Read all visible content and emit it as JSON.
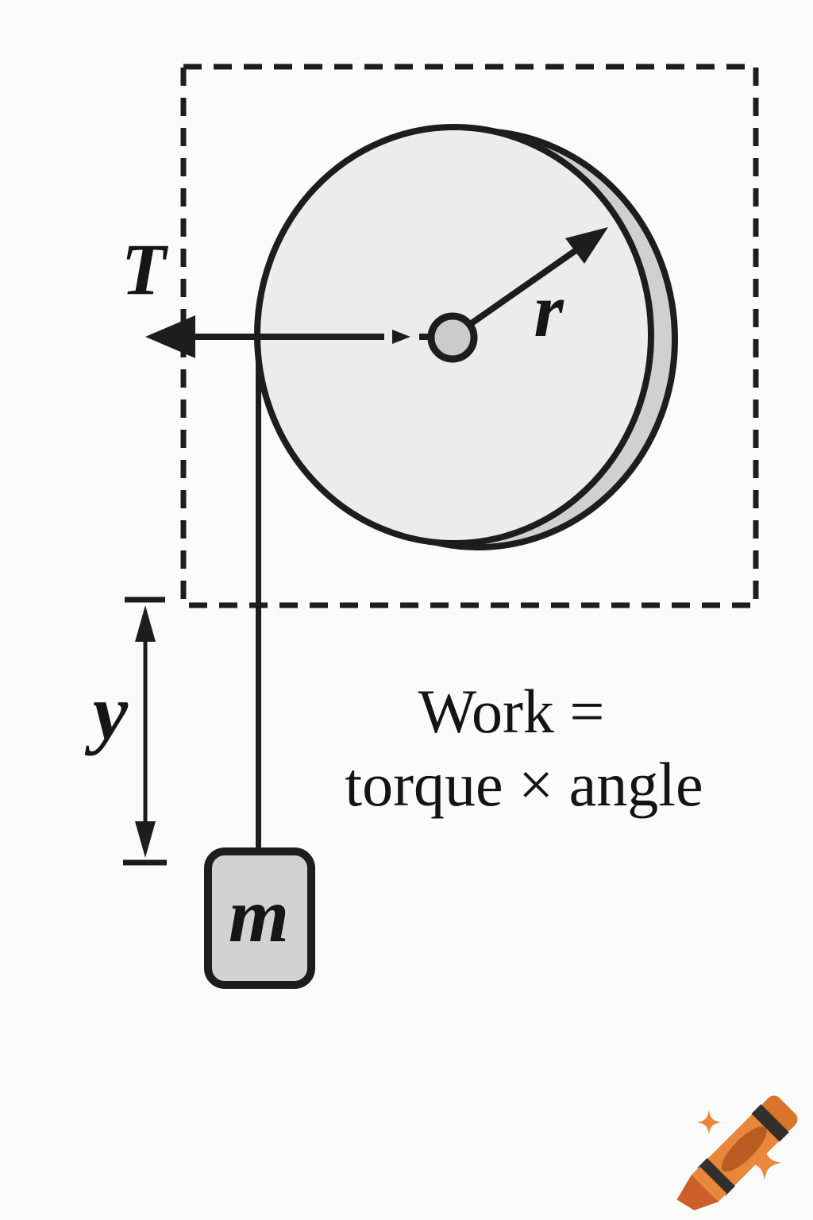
{
  "colors": {
    "background": "#fbfbfb",
    "ink": "#1d1d1d",
    "pulley_fill": "#ececec",
    "pulley_side_fill": "#d0d0d0",
    "axle_fill": "#cbcbcb",
    "mass_fill": "#d2d2d2",
    "crayon_body": "#E8873C",
    "crayon_label_oval": "#B85C22",
    "crayon_stripes": "#33302C",
    "crayon_cap": "#DA742C",
    "crayon_tip": "#CC5F28",
    "sparkle": "#E9883D"
  },
  "diagram": {
    "tension_label": "T",
    "radius_label": "r",
    "height_label": "y",
    "mass_label": "m"
  },
  "equation": {
    "line1": "Work =",
    "line2": "torque × angle"
  }
}
